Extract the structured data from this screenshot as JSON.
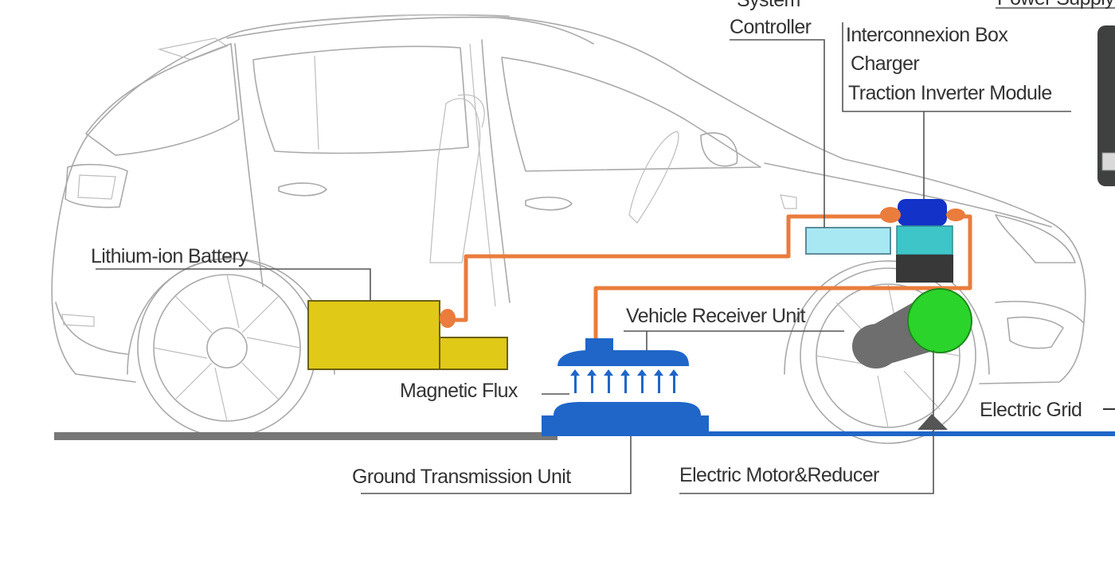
{
  "labels": {
    "system": "System",
    "controller": "Controller",
    "interconnexion_box": "Interconnexion Box",
    "charger": "Charger",
    "traction_inverter": "Traction Inverter Module",
    "power_supply": "Power Supply",
    "lithium_battery": "Lithium-ion Battery",
    "vehicle_receiver": "Vehicle Receiver Unit",
    "magnetic_flux": "Magnetic Flux",
    "electric_grid": "Electric Grid",
    "ground_transmission": "Ground Transmission Unit",
    "electric_motor": "Electric Motor&Reducer"
  },
  "colors": {
    "battery": "#e0c917",
    "controller_box": "#a8e8f2",
    "inverter_top": "#1232c8",
    "inverter_mid": "#3ec5c8",
    "inverter_base": "#383838",
    "motor": "#2bd42b",
    "reducer": "#6e6e6e",
    "wire": "#ea7c3c",
    "receiver": "#1f66c8",
    "ground_line": "#777777",
    "grid_line": "#1f66c8"
  }
}
